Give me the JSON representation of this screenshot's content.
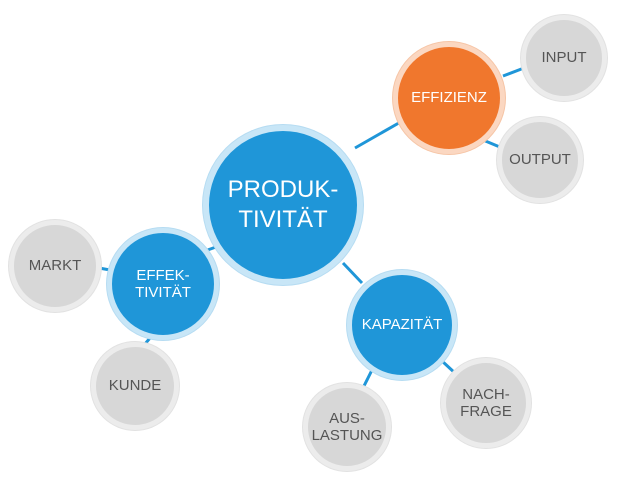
{
  "diagram": {
    "center": {
      "lines": [
        "PRODUK-",
        "TIVITÄT"
      ],
      "color": "#1f96d8"
    },
    "effizienz": {
      "lines": [
        "EFFIZIENZ"
      ],
      "color": "#f0772d"
    },
    "input": {
      "lines": [
        "INPUT"
      ]
    },
    "output": {
      "lines": [
        "OUTPUT"
      ]
    },
    "effektivitaet": {
      "lines": [
        "EFFEK-",
        "TIVITÄT"
      ],
      "color": "#1f96d8"
    },
    "markt": {
      "lines": [
        "MARKT"
      ]
    },
    "kunde": {
      "lines": [
        "KUNDE"
      ]
    },
    "kapazitaet": {
      "lines": [
        "KAPAZITÄT"
      ],
      "color": "#1f96d8"
    },
    "auslastung": {
      "lines": [
        "AUS-",
        "LASTUNG"
      ]
    },
    "nachfrage": {
      "lines": [
        "NACH-",
        "FRAGE"
      ]
    },
    "colors": {
      "blue": "#1f96d8",
      "orange": "#f0772d",
      "grey": "#d7d7d7",
      "grey_text": "#555555"
    }
  }
}
